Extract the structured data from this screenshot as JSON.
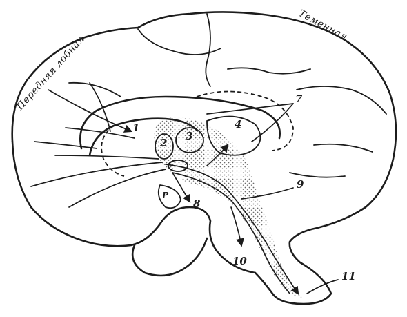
{
  "lobe_labels": {
    "frontal": "Передняя лобная",
    "parietal": "Теменная"
  },
  "number_labels": [
    "1",
    "2",
    "3",
    "4",
    "7",
    "8",
    "9",
    "10",
    "11",
    "P"
  ],
  "colors": {
    "ink": "#1c1c1c",
    "paper": "#ffffff",
    "stipple": "#6a6a6a"
  }
}
